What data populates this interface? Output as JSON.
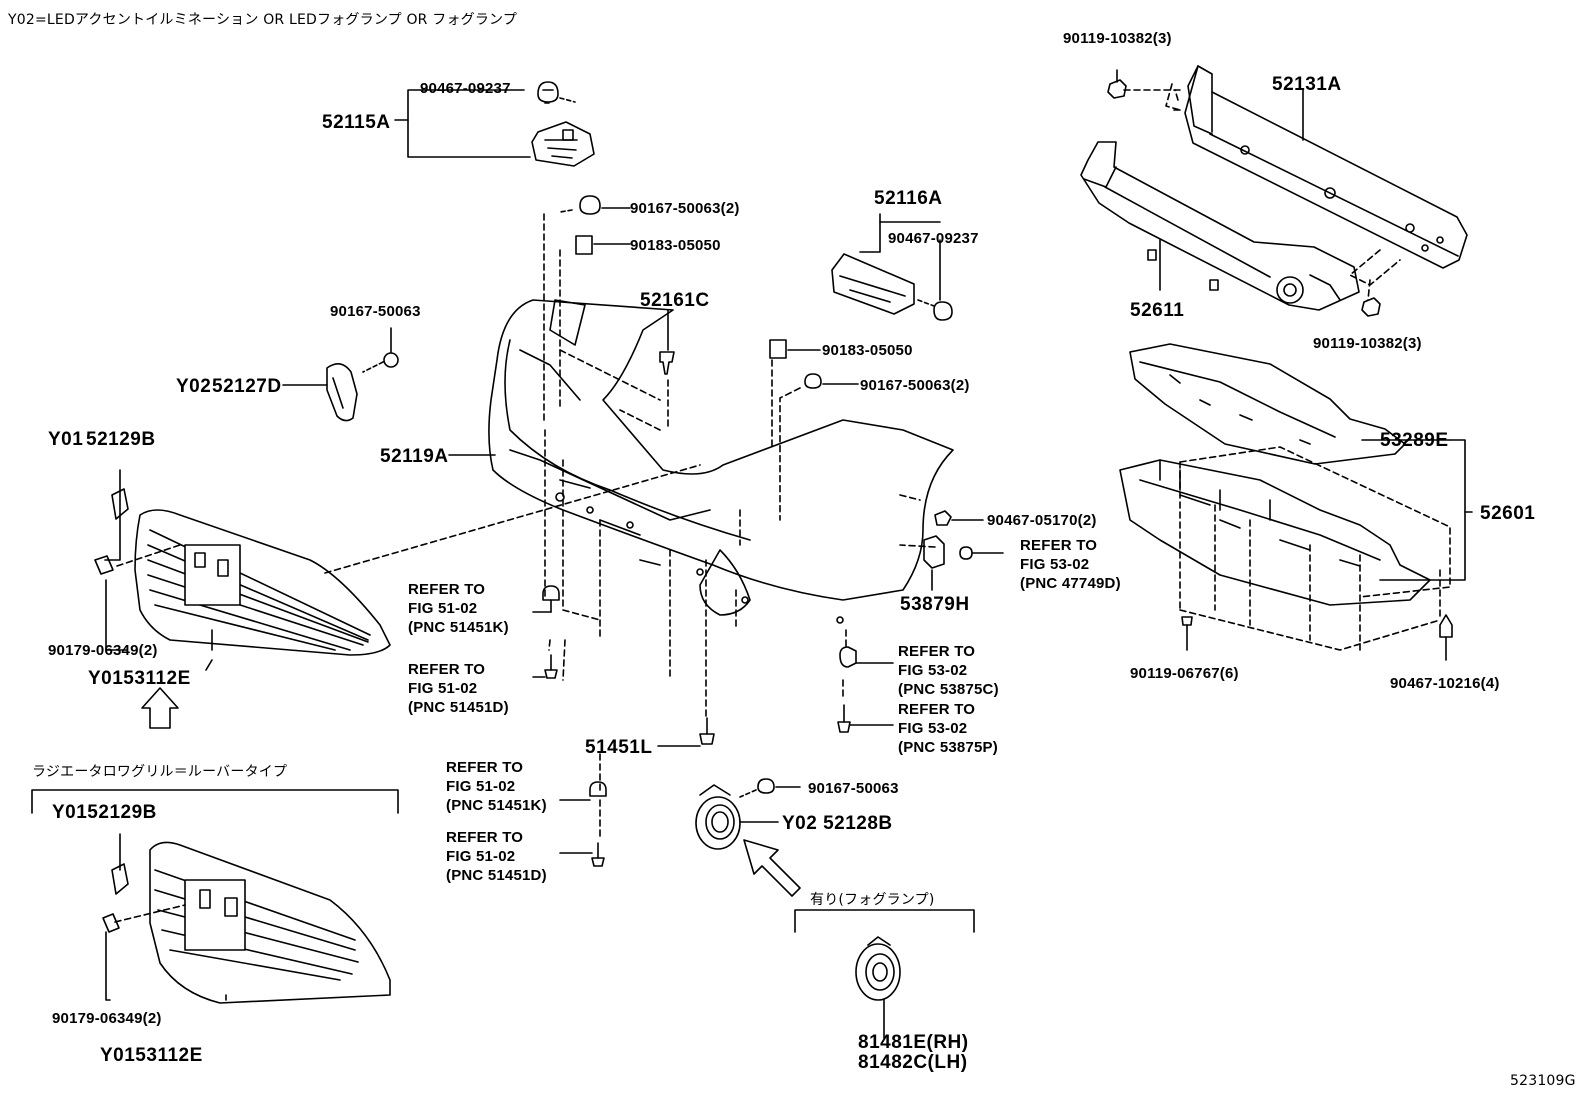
{
  "header_note": "Y02=LEDアクセントイルミネーション OR LEDフォグランプ OR フォグランプ",
  "diagram_id": "523109G",
  "parts": {
    "bolt_52131A_top": "90119-10382(3)",
    "reinforcement": "52131A",
    "bracket_52115A": "52115A",
    "screw_52115A": "90467-09237",
    "bracket_52116A": "52116A",
    "screw_52116A": "90467-09237",
    "clip_top_1": "90167-50063(2)",
    "nut_top_1": "90183-05050",
    "absorber": "52611",
    "bolt_52131A_bottom": "90119-10382(3)",
    "clip_52127D": "90167-50063",
    "cover_52127D": "52127D",
    "cover_52127D_prefix": "Y02",
    "retainer_52161C": "52161C",
    "nut_mid": "90183-05050",
    "clip_mid": "90167-50063(2)",
    "bumper_cover": "52119A",
    "grille_clip_upper": "52129B",
    "grille_clip_upper_prefix": "Y01",
    "undercover_53289E": "53289E",
    "undercover_52601": "52601",
    "screw_05170": "90467-05170(2)",
    "bracket_53879H": "53879H",
    "screw_06349_upper": "90179-06349(2)",
    "grille_upper": "Y0153112E",
    "bolt_06767": "90119-06767(6)",
    "clip_10216": "90467-10216(4)",
    "bolt_51451L": "51451L",
    "clip_fog": "90167-50063",
    "fog_cover": "Y02 52128B",
    "grille_type_note": "ラジエータロワグリル＝ルーバータイプ",
    "grille_clip_lower": "Y0152129B",
    "screw_06349_lower": "90179-06349(2)",
    "grille_lower": "Y0153112E",
    "fog_note": "有り(フォグランプ)",
    "fog_lamp_rh": "81481E(RH)",
    "fog_lamp_lh": "81482C(LH)"
  },
  "refs": {
    "r1": [
      "REFER TO",
      "FIG 53-02",
      "(PNC 47749D)"
    ],
    "r2": [
      "REFER TO",
      "FIG 51-02",
      "(PNC 51451K)"
    ],
    "r3": [
      "REFER TO",
      "FIG 51-02",
      "(PNC 51451D)"
    ],
    "r4": [
      "REFER TO",
      "FIG 53-02",
      "(PNC 53875C)"
    ],
    "r5": [
      "REFER TO",
      "FIG 53-02",
      "(PNC 53875P)"
    ],
    "r6": [
      "REFER TO",
      "FIG 51-02",
      "(PNC 51451K)"
    ],
    "r7": [
      "REFER TO",
      "FIG 51-02",
      "(PNC 51451D)"
    ]
  }
}
